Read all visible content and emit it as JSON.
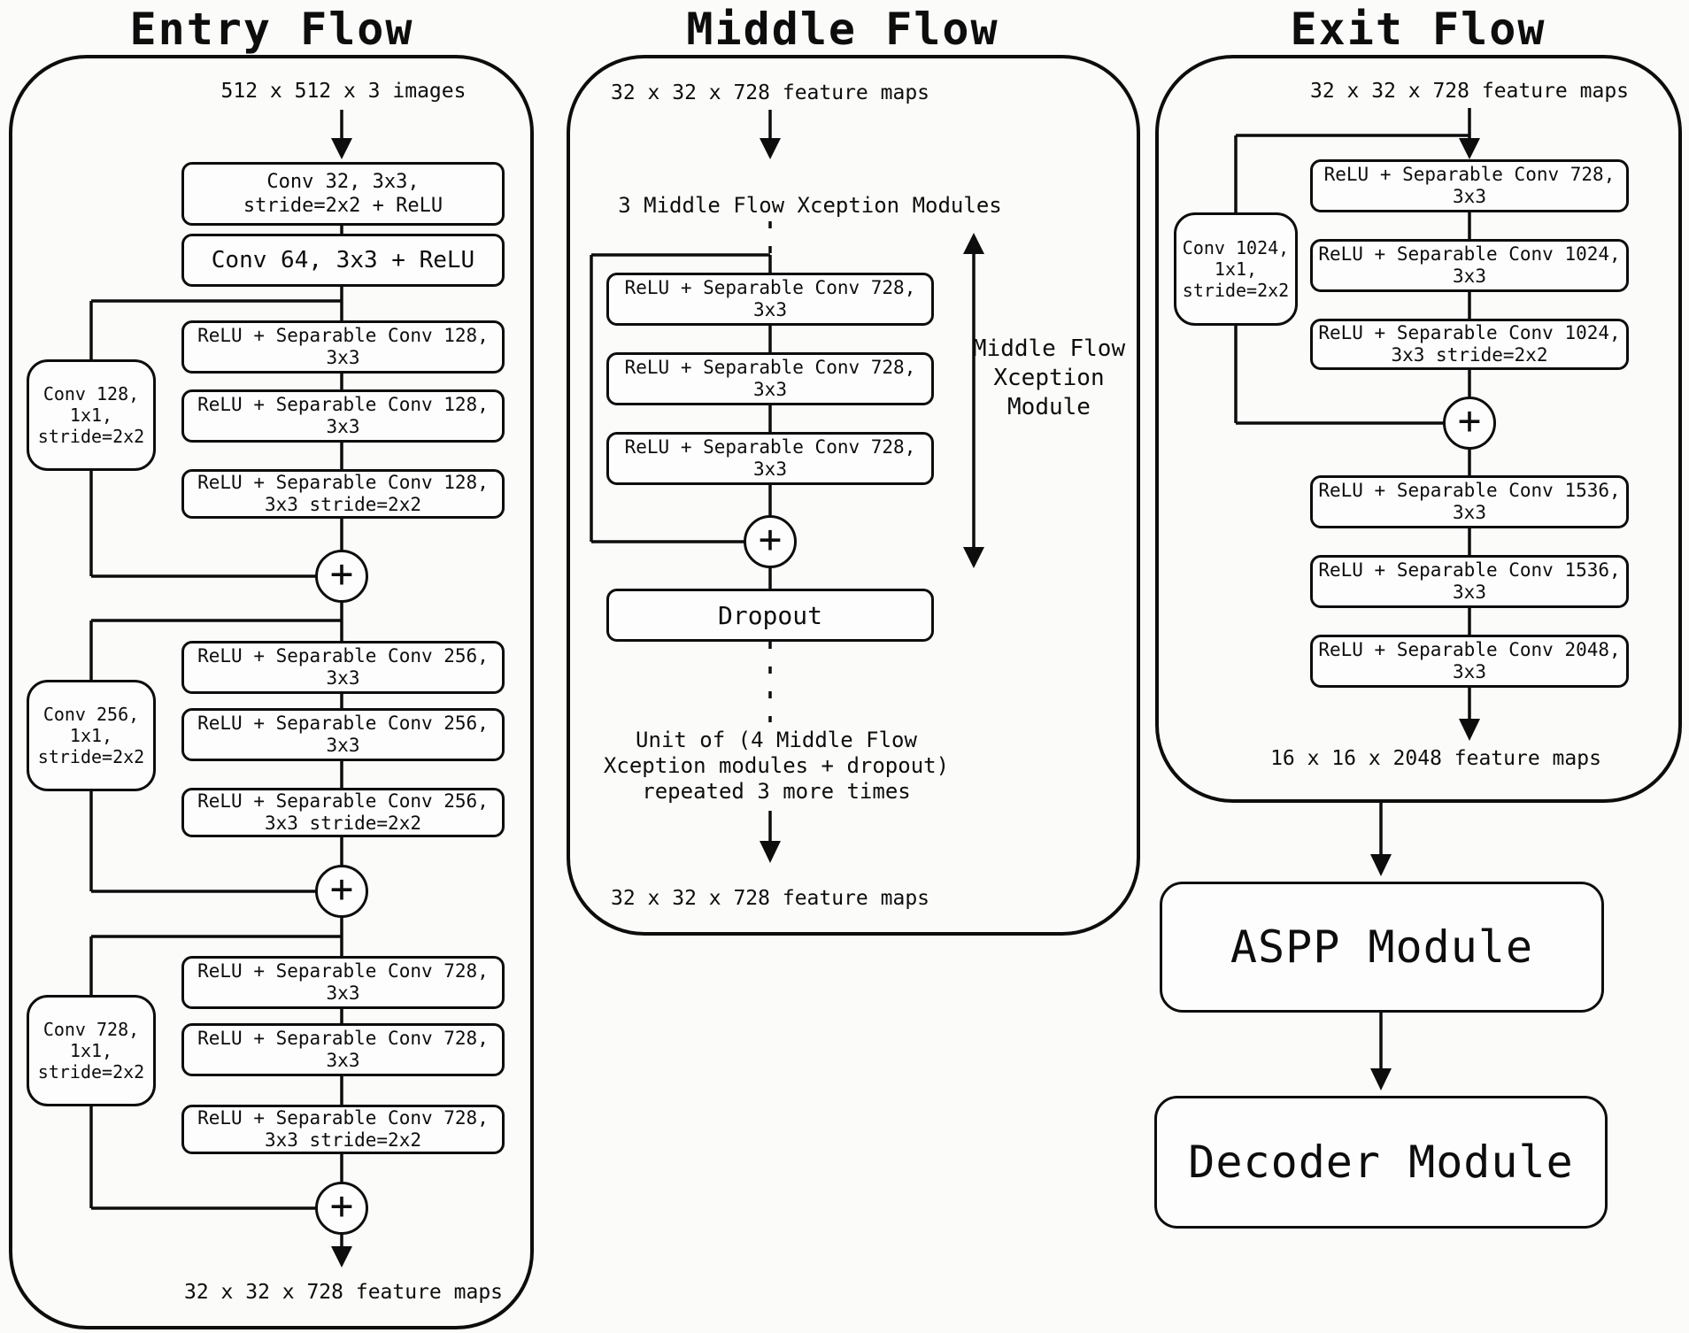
{
  "colors": {
    "stroke": "#0d0d0d",
    "box_fill": "#fdfdfd",
    "background": "#fbfbfa"
  },
  "plus_label": "+",
  "entry": {
    "title": "Entry Flow",
    "input": "512 x 512 x 3 images",
    "stem1": {
      "line1": "Conv 32, 3x3,",
      "line2": "stride=2x2 + ReLU"
    },
    "stem2": {
      "line1": "Conv 64, 3x3 + ReLU"
    },
    "groups": [
      {
        "side": {
          "line1": "Conv 128,",
          "line2": "1x1,",
          "line3": "stride=2x2"
        },
        "main": [
          {
            "line1": "ReLU + Separable Conv 128,",
            "line2": "3x3"
          },
          {
            "line1": "ReLU + Separable Conv 128,",
            "line2": "3x3"
          },
          {
            "line1": "ReLU + Separable Conv 128,",
            "line2": "3x3 stride=2x2"
          }
        ]
      },
      {
        "side": {
          "line1": "Conv 256,",
          "line2": "1x1,",
          "line3": "stride=2x2"
        },
        "main": [
          {
            "line1": "ReLU + Separable Conv 256,",
            "line2": "3x3"
          },
          {
            "line1": "ReLU + Separable Conv 256,",
            "line2": "3x3"
          },
          {
            "line1": "ReLU + Separable Conv 256,",
            "line2": "3x3 stride=2x2"
          }
        ]
      },
      {
        "side": {
          "line1": "Conv 728,",
          "line2": "1x1,",
          "line3": "stride=2x2"
        },
        "main": [
          {
            "line1": "ReLU + Separable Conv 728,",
            "line2": "3x3"
          },
          {
            "line1": "ReLU + Separable Conv 728,",
            "line2": "3x3"
          },
          {
            "line1": "ReLU + Separable Conv 728,",
            "line2": "3x3 stride=2x2"
          }
        ]
      }
    ],
    "output": "32 x 32 x 728 feature maps"
  },
  "middle": {
    "title": "Middle Flow",
    "input": "32 x 32 x 728 feature maps",
    "note": "3 Middle Flow Xception Modules",
    "boxes": [
      {
        "line1": "ReLU + Separable Conv 728,",
        "line2": "3x3"
      },
      {
        "line1": "ReLU + Separable Conv 728,",
        "line2": "3x3"
      },
      {
        "line1": "ReLU + Separable Conv 728,",
        "line2": "3x3"
      }
    ],
    "dropout": "Dropout",
    "repeat_note": {
      "line1": "Unit of (4 Middle Flow",
      "line2": "Xception modules + dropout)",
      "line3": "repeated 3 more times"
    },
    "module_label": {
      "line1": "Middle Flow",
      "line2": "Xception",
      "line3": "Module"
    },
    "output": "32 x 32 x 728 feature maps"
  },
  "exit": {
    "title": "Exit Flow",
    "input": "32 x 32 x 728 feature maps",
    "side": {
      "line1": "Conv 1024,",
      "line2": "1x1,",
      "line3": "stride=2x2"
    },
    "main1": [
      {
        "line1": "ReLU + Separable Conv 728,",
        "line2": "3x3"
      },
      {
        "line1": "ReLU + Separable Conv 1024,",
        "line2": "3x3"
      },
      {
        "line1": "ReLU + Separable Conv 1024,",
        "line2": "3x3 stride=2x2"
      }
    ],
    "main2": [
      {
        "line1": "ReLU + Separable Conv 1536,",
        "line2": "3x3"
      },
      {
        "line1": "ReLU + Separable Conv 1536,",
        "line2": "3x3"
      },
      {
        "line1": "ReLU + Separable Conv 2048,",
        "line2": "3x3"
      }
    ],
    "output": "16 x 16 x 2048 feature maps",
    "aspp": "ASPP Module",
    "decoder": "Decoder Module"
  }
}
